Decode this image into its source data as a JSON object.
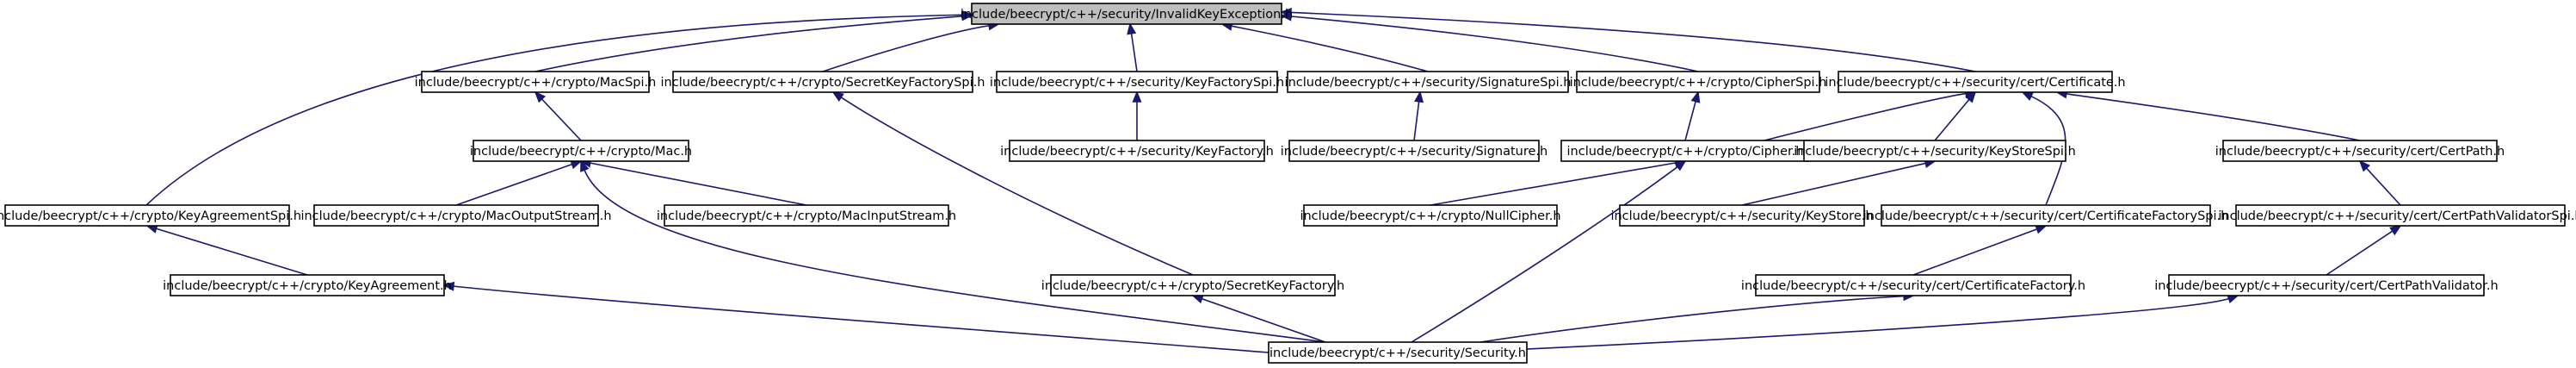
{
  "diagram": {
    "colors": {
      "edge": "#191970",
      "root_fill": "#bfbfbf",
      "node_fill": "#ffffff",
      "node_border": "#000000"
    },
    "nodes": [
      {
        "id": "root",
        "label": "include/beecrypt/c++/security/InvalidKeyException.h",
        "root": true
      },
      {
        "id": "macspi",
        "label": "include/beecrypt/c++/crypto/MacSpi.h"
      },
      {
        "id": "skfspi",
        "label": "include/beecrypt/c++/crypto/SecretKeyFactorySpi.h"
      },
      {
        "id": "kfspi",
        "label": "include/beecrypt/c++/security/KeyFactorySpi.h"
      },
      {
        "id": "sigspi",
        "label": "include/beecrypt/c++/security/SignatureSpi.h"
      },
      {
        "id": "cipherspi",
        "label": "include/beecrypt/c++/crypto/CipherSpi.h"
      },
      {
        "id": "cert",
        "label": "include/beecrypt/c++/security/cert/Certificate.h"
      },
      {
        "id": "mac",
        "label": "include/beecrypt/c++/crypto/Mac.h"
      },
      {
        "id": "keyfactory",
        "label": "include/beecrypt/c++/security/KeyFactory.h"
      },
      {
        "id": "signature",
        "label": "include/beecrypt/c++/security/Signature.h"
      },
      {
        "id": "cipher",
        "label": "include/beecrypt/c++/crypto/Cipher.h"
      },
      {
        "id": "ksspi",
        "label": "include/beecrypt/c++/security/KeyStoreSpi.h"
      },
      {
        "id": "certpath",
        "label": "include/beecrypt/c++/security/cert/CertPath.h"
      },
      {
        "id": "kaspi",
        "label": "include/beecrypt/c++/crypto/KeyAgreementSpi.h"
      },
      {
        "id": "macout",
        "label": "include/beecrypt/c++/crypto/MacOutputStream.h"
      },
      {
        "id": "macin",
        "label": "include/beecrypt/c++/crypto/MacInputStream.h"
      },
      {
        "id": "nullcipher",
        "label": "include/beecrypt/c++/crypto/NullCipher.h"
      },
      {
        "id": "keystore",
        "label": "include/beecrypt/c++/security/KeyStore.h"
      },
      {
        "id": "cfspi",
        "label": "include/beecrypt/c++/security/cert/CertificateFactorySpi.h"
      },
      {
        "id": "cpvspi",
        "label": "include/beecrypt/c++/security/cert/CertPathValidatorSpi.h"
      },
      {
        "id": "ka",
        "label": "include/beecrypt/c++/crypto/KeyAgreement.h"
      },
      {
        "id": "skf",
        "label": "include/beecrypt/c++/crypto/SecretKeyFactory.h"
      },
      {
        "id": "cf",
        "label": "include/beecrypt/c++/security/cert/CertificateFactory.h"
      },
      {
        "id": "cpv",
        "label": "include/beecrypt/c++/security/cert/CertPathValidator.h"
      },
      {
        "id": "security",
        "label": "include/beecrypt/c++/security/Security.h"
      }
    ],
    "edges": [
      {
        "from": "kaspi",
        "to": "root"
      },
      {
        "from": "macspi",
        "to": "root"
      },
      {
        "from": "skfspi",
        "to": "root"
      },
      {
        "from": "kfspi",
        "to": "root"
      },
      {
        "from": "sigspi",
        "to": "root"
      },
      {
        "from": "cipherspi",
        "to": "root"
      },
      {
        "from": "cert",
        "to": "root"
      },
      {
        "from": "mac",
        "to": "macspi"
      },
      {
        "from": "skf",
        "to": "skfspi"
      },
      {
        "from": "keyfactory",
        "to": "kfspi"
      },
      {
        "from": "signature",
        "to": "sigspi"
      },
      {
        "from": "cipher",
        "to": "cipherspi"
      },
      {
        "from": "cipher",
        "to": "cert"
      },
      {
        "from": "ksspi",
        "to": "cert"
      },
      {
        "from": "cfspi",
        "to": "cert"
      },
      {
        "from": "certpath",
        "to": "cert"
      },
      {
        "from": "macout",
        "to": "mac"
      },
      {
        "from": "macin",
        "to": "mac"
      },
      {
        "from": "security",
        "to": "mac"
      },
      {
        "from": "nullcipher",
        "to": "cipher"
      },
      {
        "from": "security",
        "to": "cipher"
      },
      {
        "from": "keystore",
        "to": "ksspi"
      },
      {
        "from": "cf",
        "to": "cfspi"
      },
      {
        "from": "cpvspi",
        "to": "certpath"
      },
      {
        "from": "cpv",
        "to": "cpvspi"
      },
      {
        "from": "ka",
        "to": "kaspi"
      },
      {
        "from": "security",
        "to": "ka"
      },
      {
        "from": "security",
        "to": "skf"
      },
      {
        "from": "security",
        "to": "cf"
      },
      {
        "from": "security",
        "to": "cpv"
      }
    ]
  }
}
